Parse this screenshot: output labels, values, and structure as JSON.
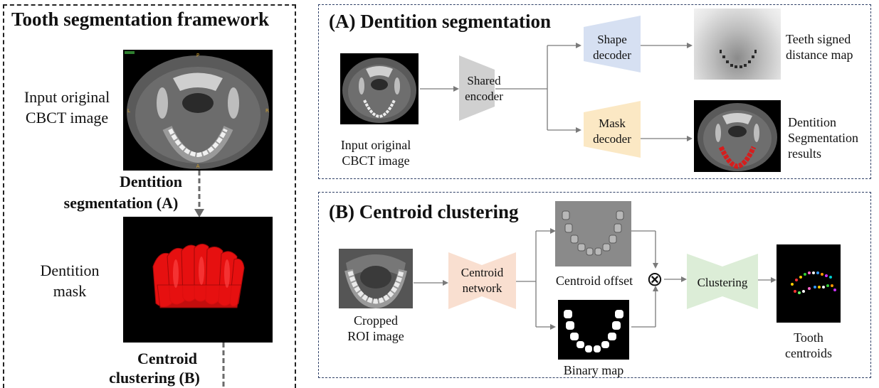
{
  "framework": {
    "title": "Tooth segmentation framework",
    "input_label": [
      "Input original",
      "CBCT image"
    ],
    "step_a_label": [
      "Dentition",
      "segmentation (A)"
    ],
    "mask_label": [
      "Dentition",
      "mask"
    ],
    "step_b_label": [
      "Centroid",
      "clustering (B)"
    ]
  },
  "panel_a": {
    "title": "(A) Dentition segmentation",
    "input_label": [
      "Input original",
      "CBCT image"
    ],
    "encoder_label": [
      "Shared",
      "encoder"
    ],
    "shape_decoder_label": [
      "Shape",
      "decoder"
    ],
    "mask_decoder_label": [
      "Mask",
      "decoder"
    ],
    "sdm_label": [
      "Teeth signed",
      "distance map"
    ],
    "result_label": [
      "Dentition",
      "Segmentation",
      "results"
    ]
  },
  "panel_b": {
    "title": "(B) Centroid clustering",
    "roi_label": [
      "Cropped",
      "ROI image"
    ],
    "network_label": [
      "Centroid",
      "network"
    ],
    "offset_label": "Centroid  offset",
    "binary_label": "Binary map",
    "clustering_label": "Clustering",
    "centroids_label": [
      "Tooth",
      "centroids"
    ],
    "combine_symbol": "⊗"
  },
  "colors": {
    "encoder": "#d0d0d0",
    "shape_decoder": "#d6e0f2",
    "mask_decoder": "#fbe8c4",
    "centroid_network": "#f9dfd0",
    "clustering": "#dcedd7",
    "panel_border": "#2e3f66",
    "arrow": "#7a7a7a",
    "mask_red": "#e61010"
  }
}
